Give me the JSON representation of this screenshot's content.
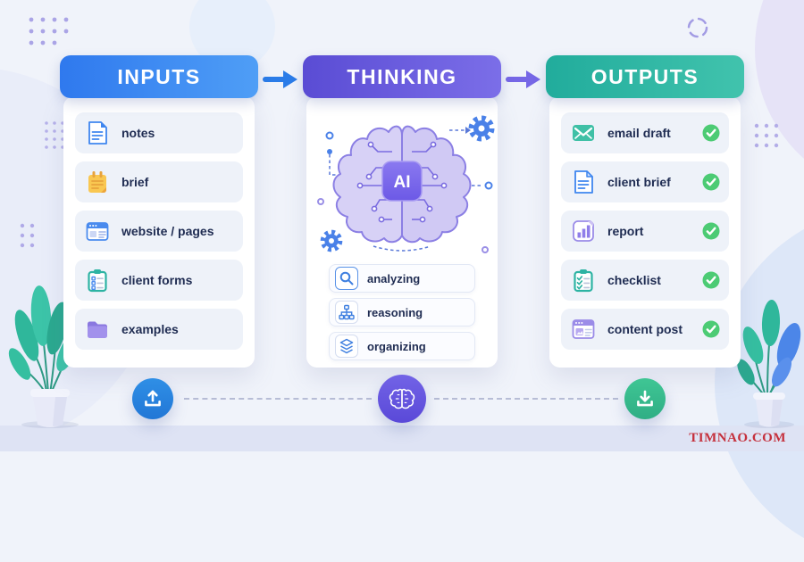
{
  "watermark": "TIMNAO.COM",
  "inputs": {
    "title": "INPUTS",
    "items": [
      {
        "label": "notes",
        "icon": "document-icon"
      },
      {
        "label": "brief",
        "icon": "notepad-icon"
      },
      {
        "label": "website / pages",
        "icon": "browser-icon"
      },
      {
        "label": "client forms",
        "icon": "clipboard-icon"
      },
      {
        "label": "examples",
        "icon": "folder-icon"
      }
    ]
  },
  "thinking": {
    "title": "THINKING",
    "ai_label": "AI",
    "items": [
      {
        "label": "analyzing",
        "icon": "magnifier-icon"
      },
      {
        "label": "reasoning",
        "icon": "hierarchy-icon"
      },
      {
        "label": "organizing",
        "icon": "layers-icon"
      }
    ]
  },
  "outputs": {
    "title": "OUTPUTS",
    "items": [
      {
        "label": "email draft",
        "icon": "envelope-icon",
        "checked": true
      },
      {
        "label": "client brief",
        "icon": "document-icon",
        "checked": true
      },
      {
        "label": "report",
        "icon": "bar-chart-icon",
        "checked": true
      },
      {
        "label": "checklist",
        "icon": "checklist-icon",
        "checked": true
      },
      {
        "label": "content post",
        "icon": "content-post-icon",
        "checked": true
      }
    ]
  },
  "colors": {
    "inputs_header": "#2f79ee",
    "thinking_header": "#5a4cd4",
    "outputs_header": "#21ac9c",
    "check_green": "#4ccb74",
    "arrow_blue": "#2b7ce8",
    "arrow_purple": "#7667e6",
    "watermark_red": "#c5303c"
  }
}
